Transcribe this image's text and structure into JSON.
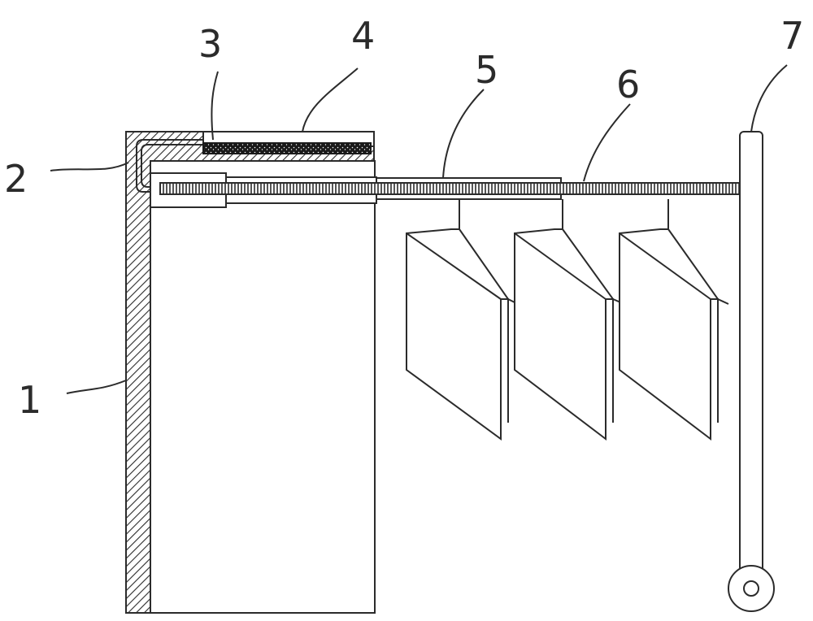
{
  "diagram": {
    "labels": [
      {
        "id": "part-1",
        "text": "1"
      },
      {
        "id": "part-2",
        "text": "2"
      },
      {
        "id": "part-3",
        "text": "3"
      },
      {
        "id": "part-4",
        "text": "4"
      },
      {
        "id": "part-5",
        "text": "5"
      },
      {
        "id": "part-6",
        "text": "6"
      },
      {
        "id": "part-7",
        "text": "7"
      }
    ],
    "colors": {
      "line": "#2b2b2b",
      "fill": "#ffffff",
      "hatch": "#2b2b2b"
    }
  }
}
